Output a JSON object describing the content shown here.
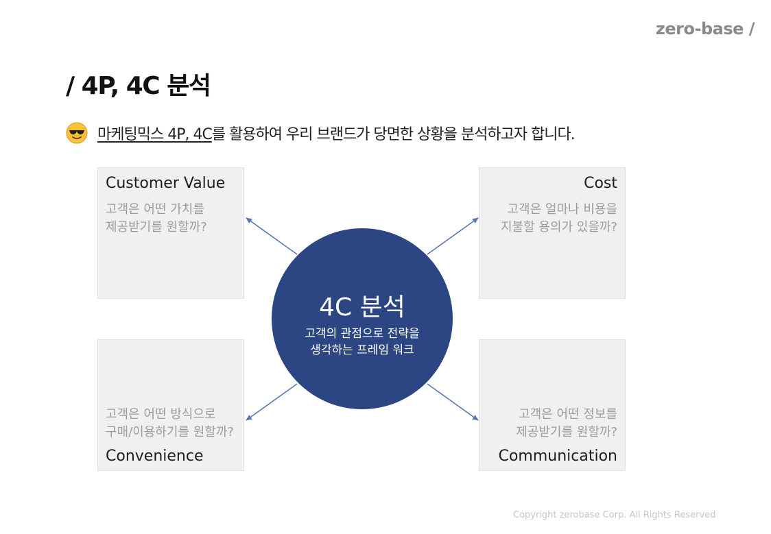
{
  "brand": "zero-base /",
  "title": "/ 4P, 4C 분석",
  "intro": {
    "emoji": "smiling-face-with-sunglasses",
    "highlight": "마케팅믹스 4P, 4C",
    "rest": "를 활용하여 우리 브랜드가 당면한 상황을 분석하고자 합니다."
  },
  "center": {
    "title": "4C 분석",
    "subtitle_line1": "고객의 관점으로 전략을",
    "subtitle_line2": "생각하는 프레임 워크"
  },
  "boxes": {
    "customer_value": {
      "label": "Customer Value",
      "desc1": "고객은 어떤 가치를",
      "desc2": "제공받기를 원할까?"
    },
    "cost": {
      "label": "Cost",
      "desc1": "고객은 얼마나 비용을",
      "desc2": "지불할 용의가 있을까?"
    },
    "convenience": {
      "label": "Convenience",
      "desc1": "고객은 어떤 방식으로",
      "desc2": "구매/이용하기를 원할까?"
    },
    "communication": {
      "label": "Communication",
      "desc1": "고객은 어떤 정보를",
      "desc2": "제공받기를 원할까?"
    }
  },
  "colors": {
    "circle": "#2c4583",
    "arrow": "#5a77b0",
    "box": "#f0f0f0"
  },
  "footer": "Copyright zerobase Corp. All Rights Reserved"
}
